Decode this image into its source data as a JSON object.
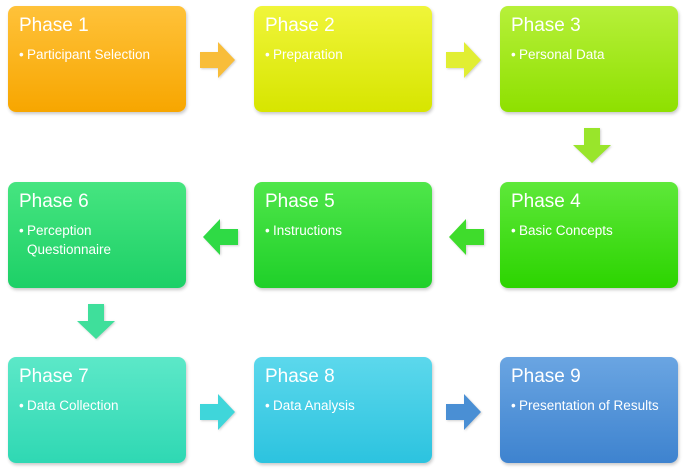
{
  "phases": [
    {
      "title": "Phase 1",
      "item": "Participant Selection",
      "color_top": "#ffc23a",
      "color_bottom": "#f7a600"
    },
    {
      "title": "Phase 2",
      "item": "Preparation",
      "color_top": "#f0f53a",
      "color_bottom": "#d7e500"
    },
    {
      "title": "Phase 3",
      "item": "Personal Data",
      "color_top": "#b7f03a",
      "color_bottom": "#8ee000"
    },
    {
      "title": "Phase 4",
      "item": "Basic Concepts",
      "color_top": "#5ee83a",
      "color_bottom": "#2cd400"
    },
    {
      "title": "Phase 5",
      "item": "Instructions",
      "color_top": "#4fe64a",
      "color_bottom": "#1fd029"
    },
    {
      "title": "Phase 6",
      "item": "Perception Questionnaire",
      "color_top": "#46e580",
      "color_bottom": "#1dd067"
    },
    {
      "title": "Phase 7",
      "item": "Data Collection",
      "color_top": "#5ce8c8",
      "color_bottom": "#2fd8b3"
    },
    {
      "title": "Phase 8",
      "item": "Data Analysis",
      "color_top": "#5cd8ec",
      "color_bottom": "#2cc3df"
    },
    {
      "title": "Phase 9",
      "item": "Presentation of Results",
      "color_top": "#6aa5e2",
      "color_bottom": "#3e83cf"
    }
  ],
  "bullet": "•",
  "arrows": [
    {
      "direction": "right",
      "color": "#f8bd3a"
    },
    {
      "direction": "right",
      "color": "#e1ee33"
    },
    {
      "direction": "down",
      "color": "#99e52b"
    },
    {
      "direction": "left",
      "color": "#3fdc2c"
    },
    {
      "direction": "left",
      "color": "#2fda45"
    },
    {
      "direction": "down",
      "color": "#3fdf9b"
    },
    {
      "direction": "right",
      "color": "#3fd6da"
    },
    {
      "direction": "right",
      "color": "#4a8fd4"
    }
  ]
}
